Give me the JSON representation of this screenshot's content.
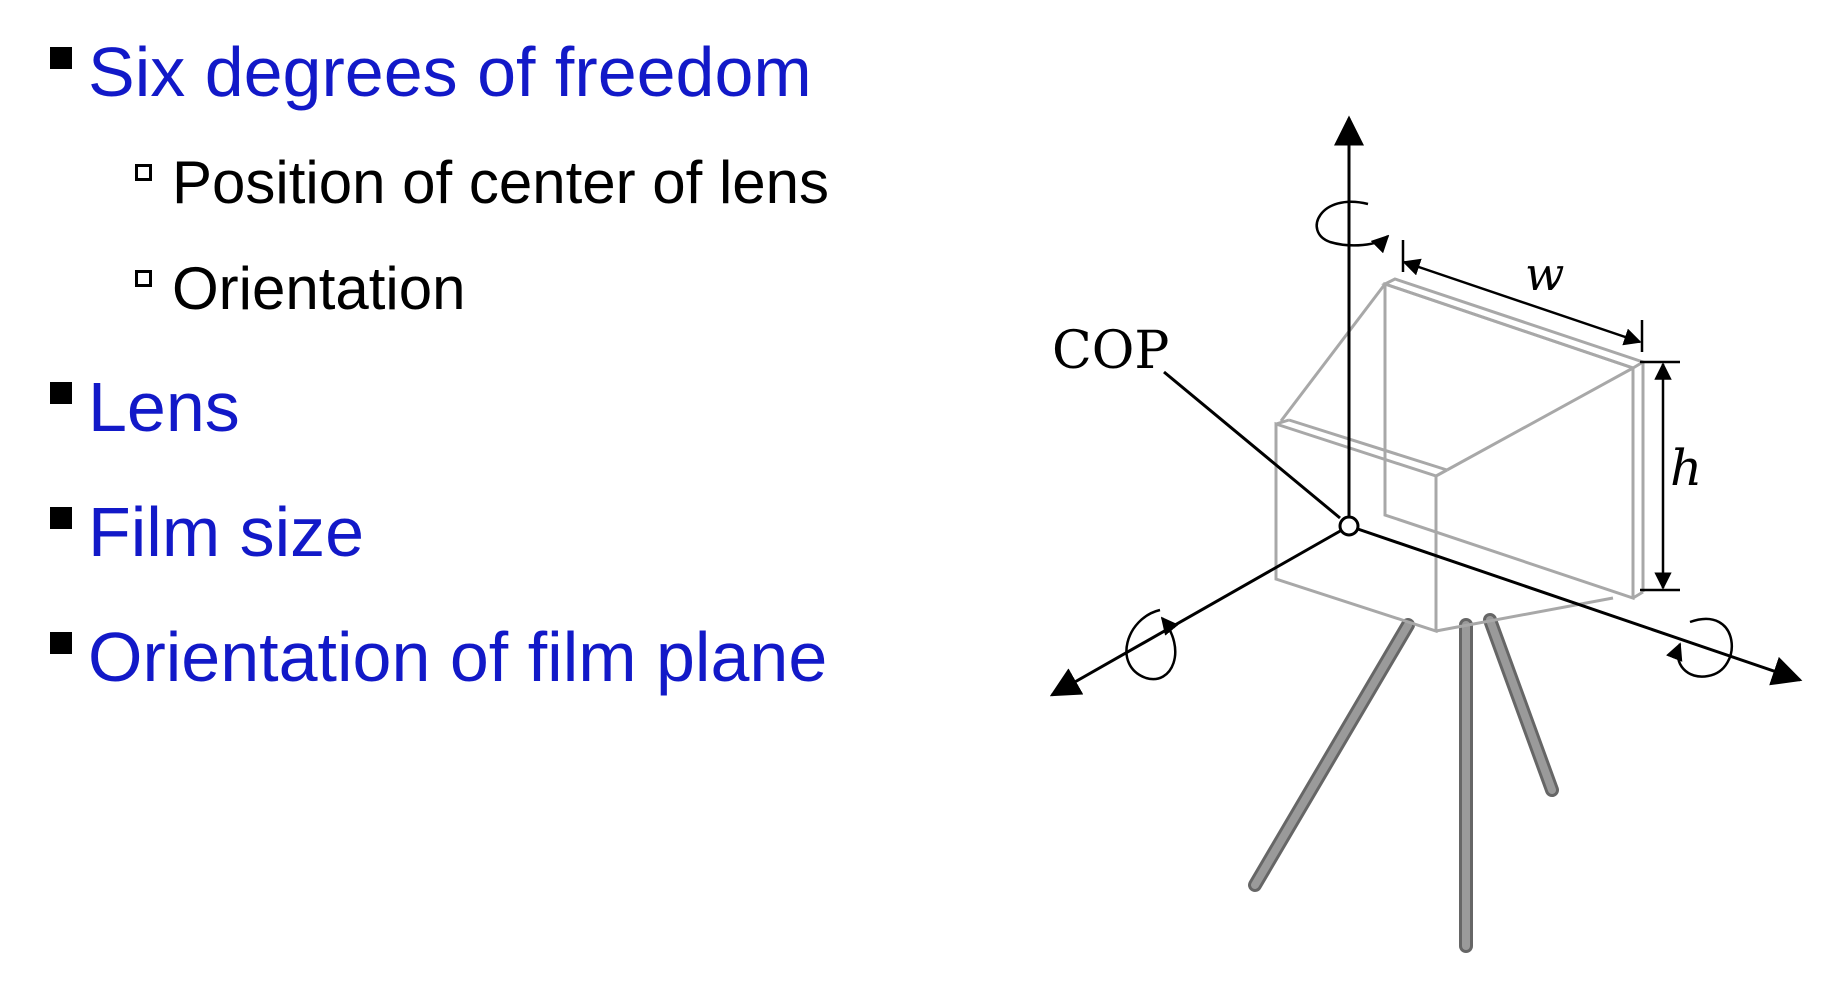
{
  "slide": {
    "bullets": [
      {
        "level": 1,
        "text": "Six degrees of freedom"
      },
      {
        "level": 2,
        "text": "Position of center of lens"
      },
      {
        "level": 2,
        "text": "Orientation"
      },
      {
        "level": 1,
        "text": "Lens"
      },
      {
        "level": 1,
        "text": "Film size"
      },
      {
        "level": 1,
        "text": "Orientation of film plane"
      }
    ],
    "colors": {
      "level1": "#1219c8",
      "level2": "#000000"
    }
  },
  "diagram": {
    "cop_label": "COP",
    "width_label": "w",
    "height_label": "h"
  }
}
